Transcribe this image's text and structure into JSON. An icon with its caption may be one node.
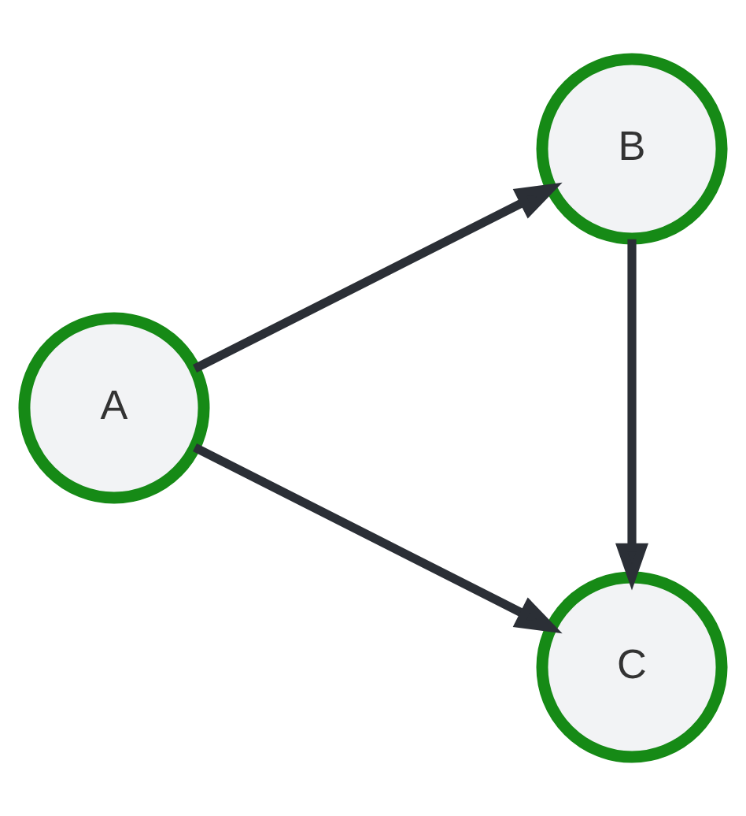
{
  "diagram": {
    "nodes": [
      {
        "text": [
          "A"
        ]
      },
      {
        "text": [
          "B"
        ]
      },
      {
        "text": [
          "C"
        ]
      }
    ],
    "edges": [
      {
        "from": 0,
        "to": 1,
        "arrow": "to"
      },
      {
        "from": 0,
        "to": 2,
        "arrow": "to"
      },
      {
        "from": 1,
        "to": 2,
        "arrow": "to"
      }
    ]
  }
}
